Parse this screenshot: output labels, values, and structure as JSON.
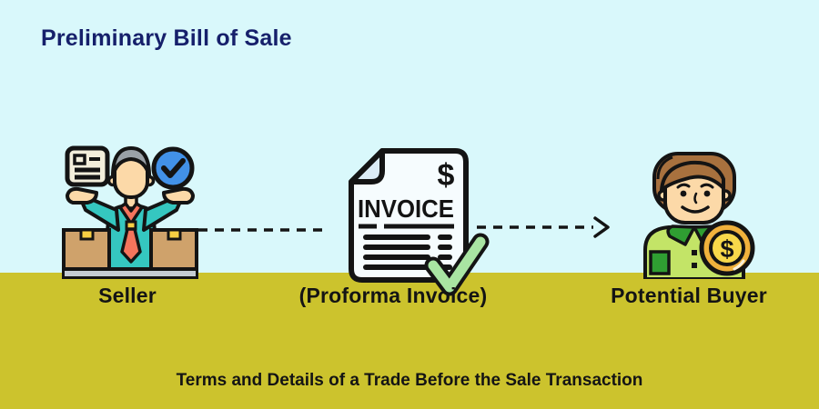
{
  "title": "Preliminary Bill of Sale",
  "caption": "Terms and Details of a Trade Before the Sale Transaction",
  "nodes": {
    "seller": {
      "label": "Seller"
    },
    "invoice": {
      "label": "(Proforma Invoice)",
      "doc_title": "INVOICE",
      "currency_symbol": "$"
    },
    "buyer": {
      "label": "Potential Buyer",
      "coin_symbol": "$"
    }
  },
  "colors": {
    "background_top": "#d9f8fb",
    "background_bottom": "#ccc32d",
    "title_text": "#16206b",
    "label_text": "#141414",
    "connector": "#141414",
    "check_green": "#a9e5a2",
    "check_circle_blue": "#4291e8",
    "shirt_teal": "#35c7c0",
    "tie_orange": "#f4745c",
    "skin_tone": "#fcd9a8",
    "hair_gray": "#9aa1a7",
    "hair_brown": "#a8713e",
    "box_brown": "#cfa26b",
    "shirt_green": "#c3e467",
    "collar_green": "#2f9e32",
    "coin_gold": "#f0b13c",
    "coin_inner": "#f7d84a"
  }
}
